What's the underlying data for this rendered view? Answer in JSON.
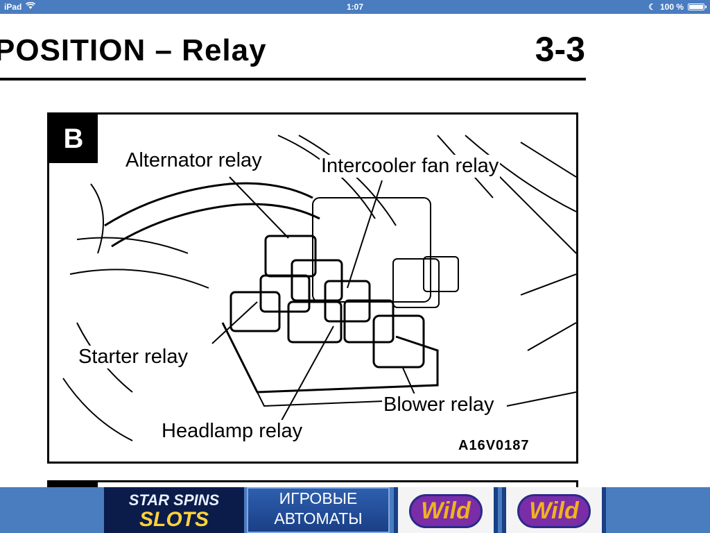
{
  "status_bar": {
    "device": "iPad",
    "time": "1:07",
    "battery": "100 %",
    "battery_level": 1.0
  },
  "page": {
    "heading": "POSITION – Relay",
    "page_number": "3-3"
  },
  "figure": {
    "tag": "B",
    "labels": {
      "alternator_relay": "Alternator relay",
      "intercooler_fan_relay": "Intercooler fan relay",
      "starter_relay": "Starter relay",
      "blower_relay": "Blower relay",
      "headlamp_relay": "Headlamp relay"
    },
    "code": "A16V0187"
  },
  "ad_banner": {
    "slots_line1": "STAR SPINS",
    "slots_line2": "SLOTS",
    "russian_line1": "ИГРОВЫЕ",
    "russian_line2": "АВТОМАТЫ",
    "wild_1": "Wild",
    "wild_2": "Wild",
    "colors": {
      "bar": "#4a7cc0",
      "accent": "#ffd23a"
    }
  }
}
